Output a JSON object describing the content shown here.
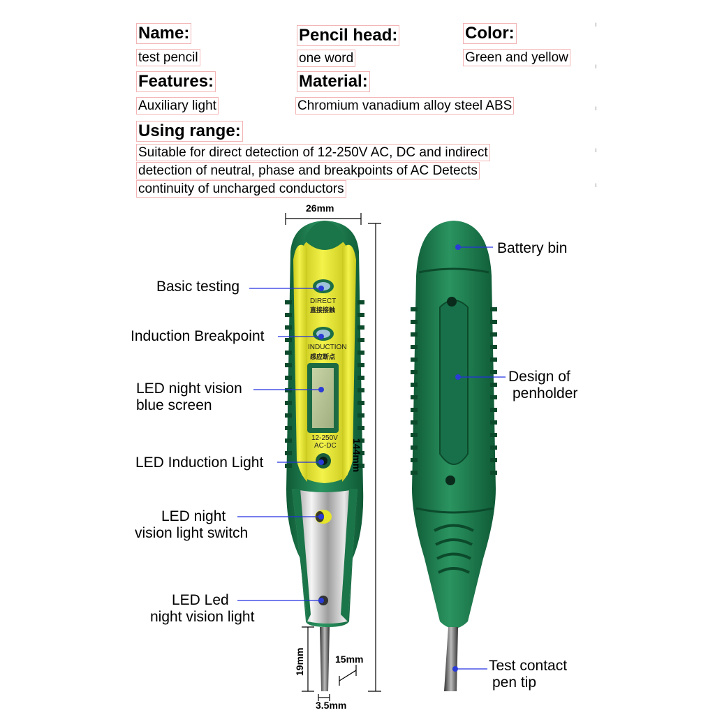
{
  "specs": {
    "name_label": "Name:",
    "name_value": "test pencil",
    "pencil_head_label": "Pencil head:",
    "pencil_head_value": "one word",
    "color_label": "Color:",
    "color_value": "Green and yellow",
    "features_label": "Features:",
    "features_value": "Auxiliary light",
    "material_label": "Material:",
    "material_value": "Chromium vanadium alloy steel ABS",
    "range_label": "Using range:",
    "range_lines": [
      "Suitable for direct detection of 12-250V AC, DC and indirect",
      "detection of neutral, phase and breakpoints of AC Detects",
      "continuity of uncharged conductors"
    ]
  },
  "left_callouts": {
    "basic_testing": "Basic testing",
    "induction_breakpoint": "Induction Breakpoint",
    "led_blue_screen_1": "LED night vision",
    "led_blue_screen_2": "blue screen",
    "led_induction_light": "LED Induction Light",
    "light_switch_1": "LED night",
    "light_switch_2": "vision light switch",
    "led_light_1": "LED Led",
    "led_light_2": "night vision light"
  },
  "right_callouts": {
    "battery_bin": "Battery bin",
    "design_1": "Design of",
    "design_2": "penholder",
    "tip_1": "Test contact",
    "tip_2": "pen tip"
  },
  "pen_markings": {
    "direct_en": "DIRECT",
    "direct_cn": "直接接触",
    "induction_en": "INDUCTION",
    "induction_cn": "感应断点",
    "voltage": "12-250V",
    "acdc": "AC-DC"
  },
  "dimensions": {
    "width": "26mm",
    "length": "144mm",
    "tip_length": "19mm",
    "tip_mid": "15mm",
    "tip_width": "3.5mm"
  },
  "colors": {
    "green": "#1d7a4e",
    "yellow": "#e6e52a",
    "callout_line": "#2430e0",
    "dot": "#2a3bd6"
  }
}
